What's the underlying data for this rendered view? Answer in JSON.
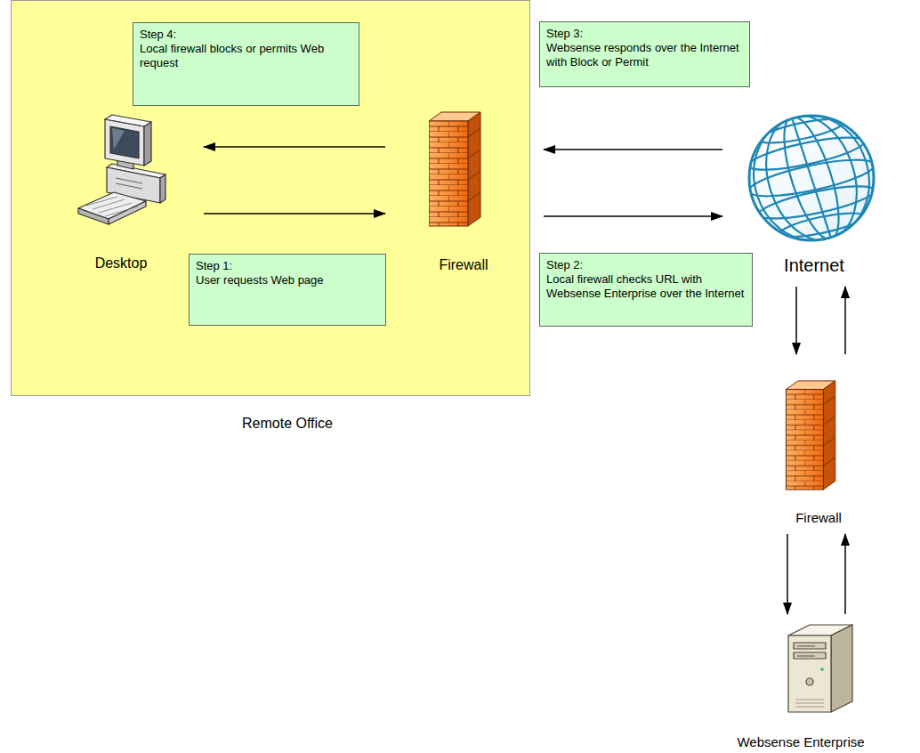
{
  "diagram": {
    "nodes": [
      {
        "text": [
          "Remote Office"
        ]
      },
      {
        "text": [
          "Step 4:",
          "Local firewall blocks or permits Web request"
        ],
        "in": 0
      },
      {
        "text": [
          "Desktop"
        ],
        "in": 0
      },
      {
        "text": [
          "Firewall"
        ],
        "in": 0
      },
      {
        "text": [
          "Step 1:",
          "User requests Web page"
        ],
        "in": 0
      },
      {
        "text": [
          "Step 3:",
          "Websense responds over the Internet with Block or Permit"
        ]
      },
      {
        "text": [
          "Step 2:",
          "Local firewall checks URL with Websense Enterprise over the Internet"
        ]
      },
      {
        "text": [
          "Internet"
        ]
      },
      {
        "text": [
          "Firewall"
        ]
      },
      {
        "text": [
          "Websense Enterprise"
        ]
      }
    ],
    "edges": [
      {
        "from": 2,
        "to": 3,
        "arrow": "to"
      },
      {
        "from": 3,
        "to": 2,
        "arrow": "to"
      },
      {
        "from": 3,
        "to": 7,
        "arrow": "to"
      },
      {
        "from": 7,
        "to": 3,
        "arrow": "to"
      },
      {
        "from": 7,
        "to": 8,
        "arrow": "to"
      },
      {
        "from": 8,
        "to": 7,
        "arrow": "to"
      },
      {
        "from": 8,
        "to": 9,
        "arrow": "to"
      },
      {
        "from": 9,
        "to": 8,
        "arrow": "to"
      }
    ]
  }
}
